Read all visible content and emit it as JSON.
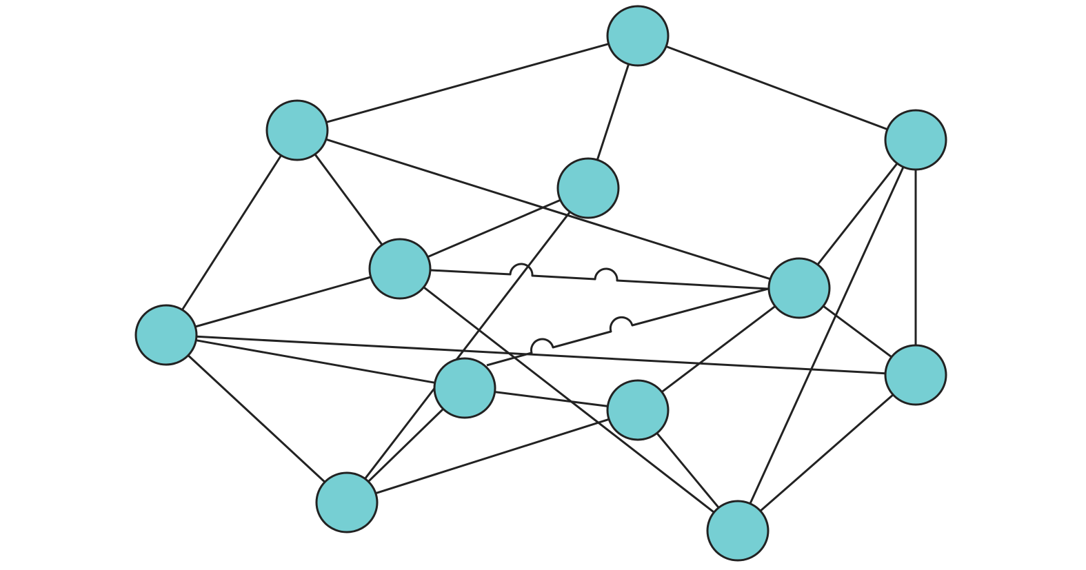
{
  "diagram": {
    "type": "undirected-graph",
    "node_color": "#76CFD3",
    "edge_color": "#222222",
    "edge_crossing_style": "line-jump",
    "nodes": [
      {
        "id": "n1",
        "label": ""
      },
      {
        "id": "n2",
        "label": ""
      },
      {
        "id": "n3",
        "label": ""
      },
      {
        "id": "n4",
        "label": ""
      },
      {
        "id": "n5",
        "label": ""
      },
      {
        "id": "n6",
        "label": ""
      },
      {
        "id": "n7",
        "label": ""
      },
      {
        "id": "n8",
        "label": ""
      },
      {
        "id": "n9",
        "label": ""
      },
      {
        "id": "n10",
        "label": ""
      },
      {
        "id": "n11",
        "label": ""
      },
      {
        "id": "n12",
        "label": ""
      }
    ],
    "edges": [
      {
        "source": "n1",
        "target": "n2"
      },
      {
        "source": "n1",
        "target": "n3"
      },
      {
        "source": "n1",
        "target": "n4"
      },
      {
        "source": "n2",
        "target": "n5"
      },
      {
        "source": "n2",
        "target": "n6"
      },
      {
        "source": "n2",
        "target": "n8"
      },
      {
        "source": "n3",
        "target": "n6"
      },
      {
        "source": "n3",
        "target": "n7"
      },
      {
        "source": "n3",
        "target": "n9"
      },
      {
        "source": "n4",
        "target": "n5"
      },
      {
        "source": "n4",
        "target": "n12"
      },
      {
        "source": "n5",
        "target": "n6"
      },
      {
        "source": "n5",
        "target": "n8"
      },
      {
        "source": "n5",
        "target": "n9"
      },
      {
        "source": "n6",
        "target": "n7"
      },
      {
        "source": "n6",
        "target": "n10"
      },
      {
        "source": "n6",
        "target": "n11"
      },
      {
        "source": "n7",
        "target": "n8"
      },
      {
        "source": "n7",
        "target": "n9"
      },
      {
        "source": "n8",
        "target": "n11"
      },
      {
        "source": "n8",
        "target": "n12"
      },
      {
        "source": "n9",
        "target": "n10"
      },
      {
        "source": "n10",
        "target": "n11"
      },
      {
        "source": "n10",
        "target": "n12"
      },
      {
        "source": "n11",
        "target": "n12"
      }
    ]
  }
}
